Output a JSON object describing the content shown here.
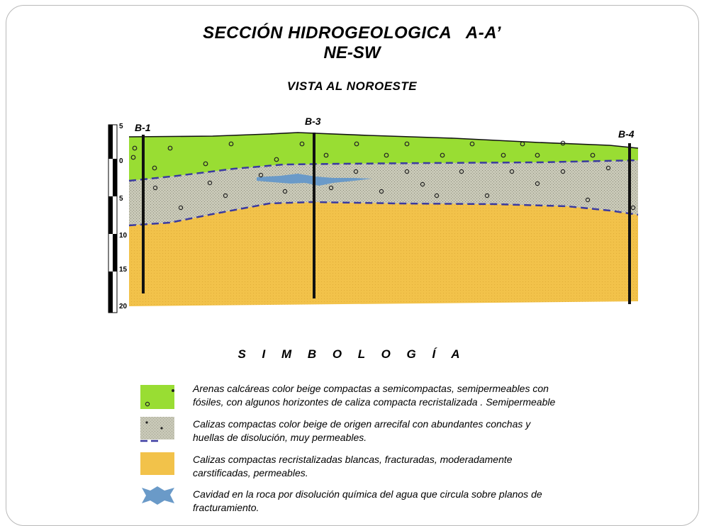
{
  "title": {
    "line1": "SECCIÓN HIDROGEOLOGICA   A-A’",
    "line2": "NE-SW",
    "view": "VISTA AL NOROESTE"
  },
  "wells": [
    "B-1",
    "B-3",
    "B-4"
  ],
  "depth_scale": [
    "5",
    "0",
    "5",
    "10",
    "15",
    "20"
  ],
  "legend": {
    "title": "S I M B O L O G Í A",
    "items": [
      {
        "text1": "Arenas calcáreas color beige compactas a semicompactas, semipermeables con",
        "text2": "fósiles, con algunos horizontes de caliza compacta recristalizada . Semipermeable"
      },
      {
        "text1": "Calizas compactas color beige de origen arrecifal con abundantes conchas y",
        "text2": "huellas de disolución, muy permeables."
      },
      {
        "text1": "Calizas compactas  recristalizadas blancas, fracturadas, moderadamente",
        "text2": "carstificadas, permeables."
      },
      {
        "text1": "Cavidad en la roca por disolución química del agua que circula sobre  planos de",
        "text2": "fracturamiento."
      }
    ]
  },
  "colors": {
    "green_layer": "#99dd33",
    "gray_layer": "#c6c6b4",
    "yellow_layer": "#f2c24a",
    "cavity": "#6a9ac8",
    "contact_line": "#3a3aa0"
  }
}
